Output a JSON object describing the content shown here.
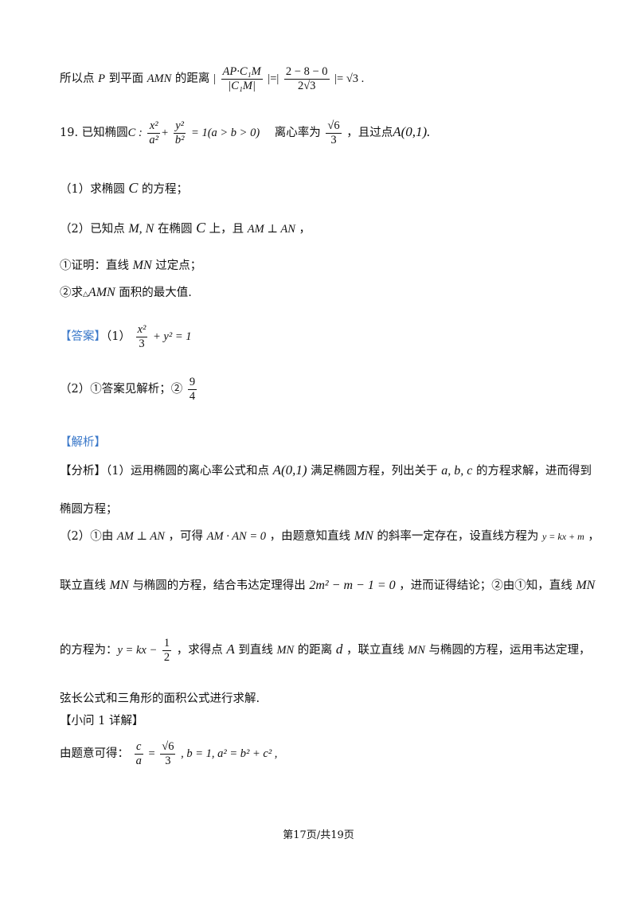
{
  "line1": {
    "prefix": "所以点 ",
    "p": "P",
    "mid1": " 到平面 ",
    "amn": "AMN",
    "mid2": " 的距离",
    "frac_num": "AP·C₁M",
    "frac_den": "|C₁M|",
    "eq": "=",
    "frac2_num": "2 − 8 − 0",
    "frac2_den": "2√3",
    "result": "= √3 ."
  },
  "q19": {
    "number": "19. 已知椭圆",
    "ellipse": "C :",
    "x2": "x²",
    "a2": "a²",
    "y2": "y²",
    "b2": "b²",
    "cond": "= 1(a > b > 0)",
    "ecc_label": "离心率为",
    "ecc_num": "√6",
    "ecc_den": "3",
    "point_text": "，且过点",
    "point": "A(0,1)."
  },
  "part1": {
    "prefix": "（1）求椭圆 ",
    "c": "C",
    "suffix": " 的方程；"
  },
  "part2": {
    "prefix": "（2）已知点 ",
    "mn": "M, N",
    "mid": " 在椭圆 ",
    "c": "C",
    "mid2": " 上，且 ",
    "perp": "AM ⊥ AN",
    "suffix": " ，"
  },
  "sub1": {
    "prefix": "①证明：直线 ",
    "mn": "MN",
    "suffix": " 过定点；"
  },
  "sub2": {
    "prefix": "②求",
    "tri": "△",
    "amn": "AMN",
    "suffix": " 面积的最大值."
  },
  "answer": {
    "label": "【答案】",
    "p1": "（1）",
    "x2": "x²",
    "three": "3",
    "rest": "+ y² = 1",
    "p2": "（2）①答案见解析；②",
    "nine": "9",
    "four": "4"
  },
  "jiexi": "【解析】",
  "analysis": {
    "label": "【分析】",
    "t1": "（1）运用椭圆的离心率公式和点 ",
    "pt": "A(0,1)",
    "t2": " 满足椭圆方程，列出关于 ",
    "abc": "a, b, c",
    "t3": " 的方程求解，进而得到",
    "t4": "椭圆方程；",
    "u1": "（2）①由 ",
    "perp": "AM ⊥ AN",
    "u2": " ，可得 ",
    "dot": "AM · AN = 0",
    "u3": " ，由题意知直线 ",
    "mn": "MN",
    "u4": " 的斜率一定存在，设直线方程为 ",
    "line": "y = kx + m",
    "u5": " ，",
    "v1": "联立直线 ",
    "v2": " 与椭圆的方程，结合韦达定理得出 ",
    "eqm": "2m² − m − 1 = 0",
    "v3": " ，进而证得结论；②由①知，直线 ",
    "w1": "的方程为：",
    "w_eq": "y = kx −",
    "w_num": "1",
    "w_den": "2",
    "w2": " ，求得点 ",
    "a": "A",
    "w3": " 到直线 ",
    "w4": " 的距离 ",
    "d": "d",
    "w5": " ，联立直线 ",
    "w6": " 与椭圆的方程，运用韦达定理，",
    "x1": "弦长公式和三角形的面积公式进行求解."
  },
  "small1": {
    "label": "【小问 1 详解】",
    "prefix": "由题意可得：",
    "c": "c",
    "a": "a",
    "eq": "=",
    "sq6": "√6",
    "three": "3",
    "rest": ", b = 1, a² = b² + c² ,"
  },
  "footer": "第17页/共19页"
}
